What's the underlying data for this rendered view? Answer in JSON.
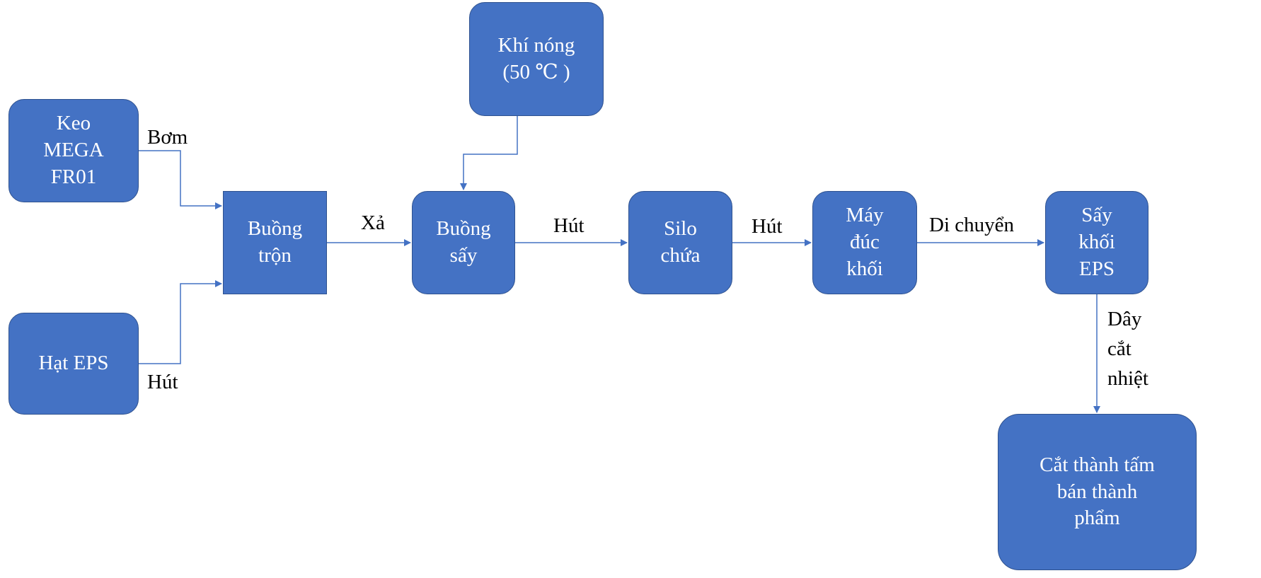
{
  "colors": {
    "box_fill": "#4472C4",
    "box_border": "#2F528F",
    "connector": "#4472C4",
    "label_text": "#000000",
    "box_text": "#FFFFFF"
  },
  "nodes": {
    "keo": {
      "label": "Keo\nMEGA\nFR01"
    },
    "hat_eps": {
      "label": "Hạt EPS"
    },
    "buong_tron": {
      "label": "Buồng\ntrộn"
    },
    "khi_nong": {
      "label": "Khí nóng\n(50 ℃ )"
    },
    "buong_say": {
      "label": "Buồng\nsấy"
    },
    "silo": {
      "label": "Silo\nchứa"
    },
    "may_duc": {
      "label": "Máy\nđúc\nkhối"
    },
    "say_khoi": {
      "label": "Sấy\nkhối\nEPS"
    },
    "cat_tam": {
      "label": "Cắt thành tấm\nbán thành\nphẩm"
    }
  },
  "edges": {
    "keo_to_tron": {
      "label": "Bơm"
    },
    "hat_to_tron": {
      "label": "Hút"
    },
    "tron_to_say": {
      "label": "Xả"
    },
    "khi_to_say": {
      "label": ""
    },
    "say_to_silo": {
      "label": "Hút"
    },
    "silo_to_may": {
      "label": "Hút"
    },
    "may_to_saykhoi": {
      "label": "Di chuyển"
    },
    "saykhoi_to_cat": {
      "label": "Dây\ncắt\nnhiệt"
    }
  }
}
